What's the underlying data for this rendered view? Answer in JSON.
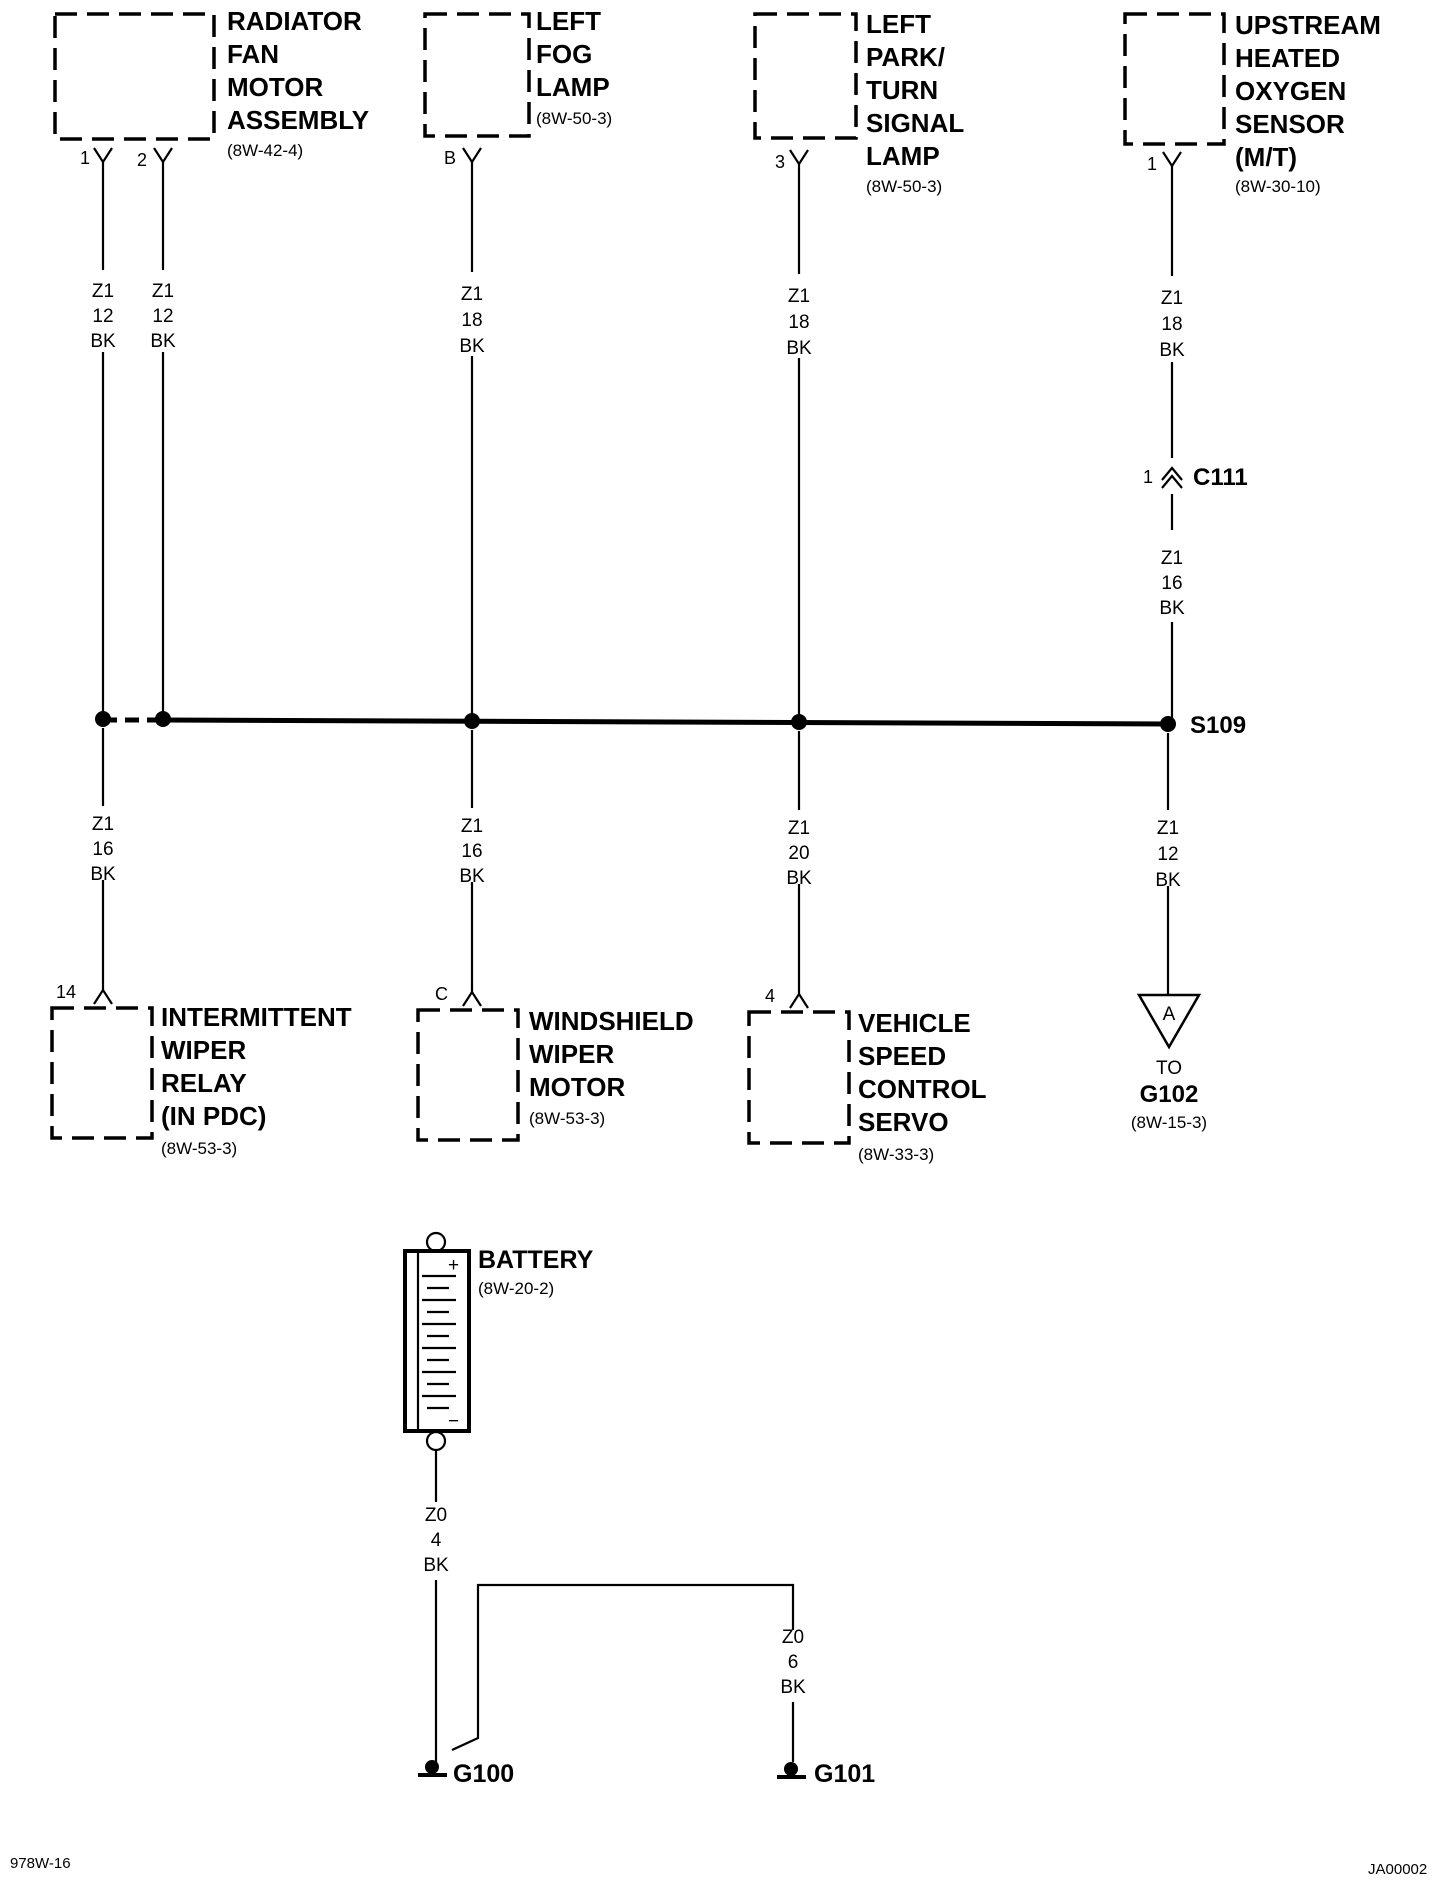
{
  "components": {
    "radiator_fan": {
      "lines": [
        "RADIATOR",
        "FAN",
        "MOTOR",
        "ASSEMBLY"
      ],
      "ref": "(8W-42-4)",
      "pins": [
        "1",
        "2"
      ]
    },
    "left_fog": {
      "lines": [
        "LEFT",
        "FOG",
        "LAMP"
      ],
      "ref": "(8W-50-3)",
      "pin": "B"
    },
    "left_park": {
      "lines": [
        "LEFT",
        "PARK/",
        "TURN",
        "SIGNAL",
        "LAMP"
      ],
      "ref": "(8W-50-3)",
      "pin": "3"
    },
    "oxygen_sensor": {
      "lines": [
        "UPSTREAM",
        "HEATED",
        "OXYGEN",
        "SENSOR",
        "(M/T)"
      ],
      "ref": "(8W-30-10)",
      "pin": "1"
    },
    "wiper_relay": {
      "lines": [
        "INTERMITTENT",
        "WIPER",
        "RELAY",
        "(IN PDC)"
      ],
      "ref": "(8W-53-3)",
      "pin": "14"
    },
    "wiper_motor": {
      "lines": [
        "WINDSHIELD",
        "WIPER",
        "MOTOR"
      ],
      "ref": "(8W-53-3)",
      "pin": "C"
    },
    "speed_servo": {
      "lines": [
        "VEHICLE",
        "SPEED",
        "CONTROL",
        "SERVO"
      ],
      "ref": "(8W-33-3)",
      "pin": "4"
    },
    "battery": {
      "lines": [
        "BATTERY"
      ],
      "ref": "(8W-20-2)",
      "plus": "+",
      "minus": "−"
    }
  },
  "wires": {
    "fan1": [
      "Z1",
      "12",
      "BK"
    ],
    "fan2": [
      "Z1",
      "12",
      "BK"
    ],
    "fog": [
      "Z1",
      "18",
      "BK"
    ],
    "park": [
      "Z1",
      "18",
      "BK"
    ],
    "o2_upper": [
      "Z1",
      "18",
      "BK"
    ],
    "o2_lower": [
      "Z1",
      "16",
      "BK"
    ],
    "relay": [
      "Z1",
      "16",
      "BK"
    ],
    "wiper": [
      "Z1",
      "16",
      "BK"
    ],
    "servo": [
      "Z1",
      "20",
      "BK"
    ],
    "ground_a": [
      "Z1",
      "12",
      "BK"
    ],
    "battery_neg": [
      "Z0",
      "4",
      "BK"
    ],
    "g101": [
      "Z0",
      "6",
      "BK"
    ]
  },
  "connector": {
    "pin": "1",
    "name": "C111"
  },
  "splice": {
    "name": "S109"
  },
  "offpage": {
    "letter": "A",
    "to": "TO",
    "name": "G102",
    "ref": "(8W-15-3)"
  },
  "grounds": {
    "g100": "G100",
    "g101": "G101"
  },
  "footer": {
    "left": "978W-16",
    "right": "JA00002"
  }
}
